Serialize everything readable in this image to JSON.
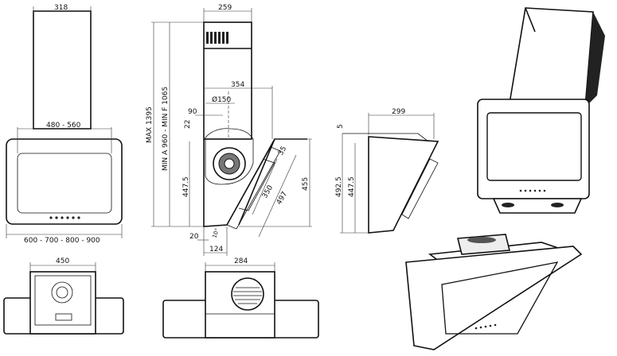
{
  "front_view": {
    "chimney_width": "318",
    "panel_width": "480 - 560",
    "hood_width": "600 - 700 - 800 - 900"
  },
  "bottom_view_front": {
    "width": "450"
  },
  "side_view": {
    "chimney_depth": "259",
    "max_height": "MAX 1395",
    "min_height": "MIN A 960 - MIN F 1065",
    "duct_offset": "354",
    "duct_diameter": "Ø150",
    "duct_center": "90",
    "top_gap": "22",
    "body_height": "447.5",
    "total_height": "455",
    "glass_offset": "35",
    "glass_inner": "350",
    "glass_length": "497",
    "bottom_offset": "20",
    "angle": "10°",
    "bottom_depth": "124"
  },
  "bottom_view_side": {
    "width": "284"
  },
  "side_view_2": {
    "depth": "299",
    "top_gap": "5",
    "total_height": "492.5",
    "body_height": "447.5"
  }
}
